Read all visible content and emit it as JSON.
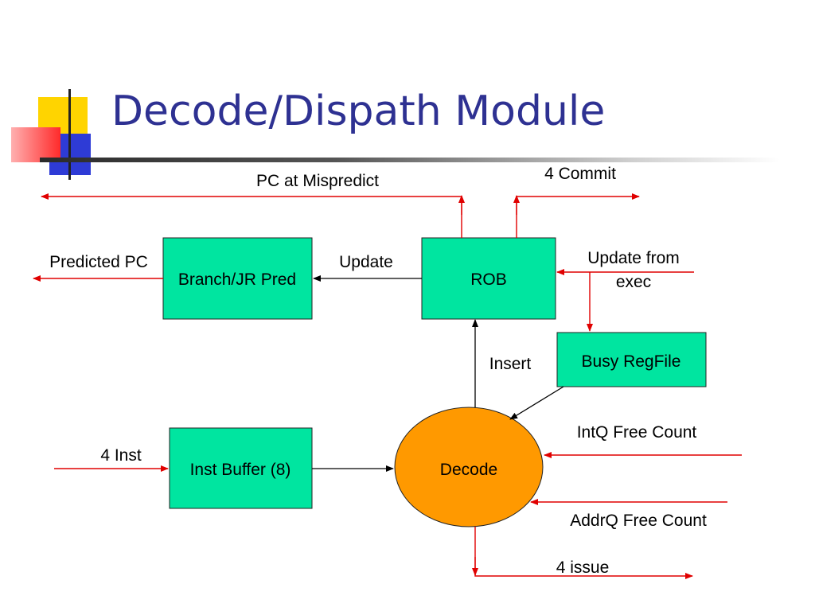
{
  "slide": {
    "title": "Decode/Dispath Module"
  },
  "colors": {
    "title": "#2e3192",
    "box_fill": "#00e5a0",
    "decode_fill": "#ff9900",
    "red_arrow": "#e00000",
    "black_arrow": "#000000"
  },
  "nodes": {
    "branch": "Branch/JR Pred",
    "rob": "ROB",
    "busy": "Busy RegFile",
    "instbuf": "Inst Buffer (8)",
    "decode": "Decode"
  },
  "labels": {
    "pc_mispredict": "PC at Mispredict",
    "commit": "4 Commit",
    "predicted_pc": "Predicted PC",
    "update": "Update",
    "update_from_exec_1": "Update from",
    "update_from_exec_2": "exec",
    "insert": "Insert",
    "intq": "IntQ Free Count",
    "inst4": "4 Inst",
    "addrq": "AddrQ Free Count",
    "issue": "4 issue"
  }
}
